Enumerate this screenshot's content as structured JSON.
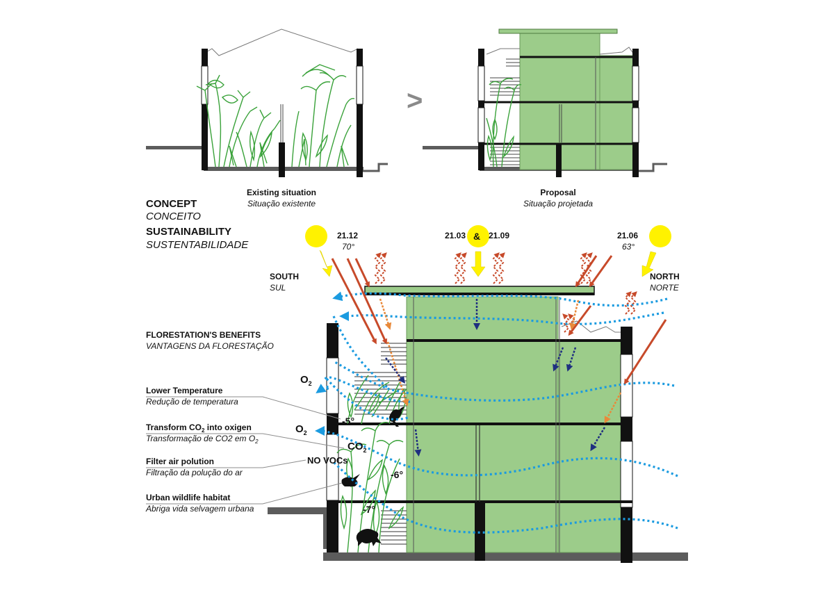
{
  "section_small": {
    "existing_title": "Existing situation",
    "existing_subtitle": "Situação existente",
    "proposal_title": "Proposal",
    "proposal_subtitle": "Situação projetada",
    "arrow_symbol": ">"
  },
  "headings": {
    "concept": "CONCEPT",
    "concept_pt": "CONCEITO",
    "sustainability": "SUSTAINABILITY",
    "sustainability_pt": "SUSTENTABILIDADE"
  },
  "sun": {
    "dec": {
      "date": "21.12",
      "angle": "70°"
    },
    "equinox": {
      "date1": "21.03",
      "amp": "&",
      "date2": "21.09"
    },
    "june": {
      "date": "21.06",
      "angle": "63°"
    }
  },
  "orientation": {
    "south": "SOUTH",
    "south_pt": "SUL",
    "north": "NORTH",
    "north_pt": "NORTE"
  },
  "benefits": {
    "title": "FLORESTATION'S BENEFITS",
    "title_pt": "VANTAGENS DA FLORESTAÇÃO",
    "items": [
      {
        "label": "Lower Temperature",
        "label_pt": "Redução de temperatura"
      },
      {
        "label_pre": "Transform CO",
        "label_sub": "2",
        "label_post": " into oxigen",
        "label_pt_pre": "Transformação de CO2 em O",
        "label_pt_sub": "2"
      },
      {
        "label": "Filter air polution",
        "label_pt": "Filtração da polução do ar"
      },
      {
        "label": "Urban wildlife habitat",
        "label_pt": "Abriga vida selvagem urbana"
      }
    ]
  },
  "annotations": {
    "o2_top": "O",
    "o2_top_sub": "2",
    "o2_mid": "O",
    "o2_mid_sub": "2",
    "co2": "CO",
    "co2_sub": "2",
    "no_vocs": "NO VOCs",
    "temp1": "-5°",
    "temp2": "-6°",
    "temp3": "-7°"
  },
  "colors": {
    "green_fill": "#9ccc8a",
    "plant_green": "#3aa23a",
    "wind_blue": "#1b9be0",
    "ray_red": "#c74a2a",
    "sun_yellow": "#fff200",
    "orange": "#e8893a",
    "navy": "#1f2f80"
  }
}
